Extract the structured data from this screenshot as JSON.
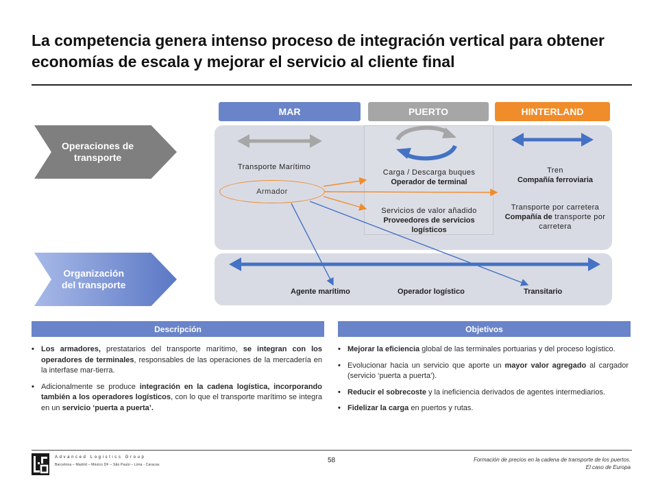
{
  "title": "La competencia genera intenso proceso de integración vertical para obtener economías de escala y mejorar el servicio al cliente final",
  "columns": {
    "mar": "MAR",
    "puerto": "PUERTO",
    "hinterland": "HINTERLAND"
  },
  "chevrons": {
    "operaciones": "Operaciones de\ntransporte",
    "organizacion": "Organización\ndel transporte"
  },
  "diagram": {
    "transporte_maritimo": "Transporte Marítimo",
    "armador": "Armador",
    "carga_descarga": "Carga / Descarga buques",
    "operador_terminal": "Operador de terminal",
    "servicios_valor": "Servicios de valor añadido",
    "proveedores": "Proveedores  de servicios logísticos",
    "tren": "Tren",
    "compania_ferroviaria": "Compañía ferroviaria",
    "transporte_carretera": "Transporte por carretera",
    "compania_de": "Compañía de",
    "transporte_carretera_2": "transporte por carretera",
    "agente_maritimo": "Agente marítimo",
    "operador_logistico": "Operador logístico",
    "transitario": "Transitario"
  },
  "colors": {
    "blue": "#6a84c9",
    "gray": "#a6a6a6",
    "orange": "#f08c2a",
    "arrow_blue": "#4472c4",
    "panel": "#d9dbe4"
  },
  "descripcion": {
    "header": "Descripción",
    "b1_1": "Los armadores,",
    "b1_2": " prestatarios del transporte marítimo, ",
    "b1_3": "se integran con los operadores de terminales",
    "b1_4": ", responsables de las operaciones de la mercadería en la interfase mar-tierra.",
    "b2_1": "Adicionalmente se produce ",
    "b2_2": "integración en la cadena logística, incorporando también a los operadores logísticos",
    "b2_3": ", con lo que el transporte marítimo se integra en un ",
    "b2_4": "servicio ‘puerta a puerta’",
    "b2_5": "."
  },
  "objetivos": {
    "header": "Objetivos",
    "b1_1": "Mejorar la eficiencia",
    "b1_2": " global de las terminales portuarias y del proceso logístico.",
    "b2_1": "Evolucionar hacia un servicio que aporte un ",
    "b2_2": "mayor valor agregado",
    "b2_3": " al cargador (servicio ‘puerta a puerta’).",
    "b3_1": "Reducir el sobrecoste",
    "b3_2": " y la ineficiencia derivados de agentes intermediarios.",
    "b4_1": "Fidelizar la carga",
    "b4_2": " en puertos y rutas."
  },
  "footer": {
    "company": "Advanced Logistics Group",
    "cities": "Barcelona – Madrid – México DF – São Paulo – Lima - Caracas",
    "page": "58",
    "right_1": "Formación de precios en la cadena de transporte de los puertos.",
    "right_2": "El caso de Europa"
  }
}
